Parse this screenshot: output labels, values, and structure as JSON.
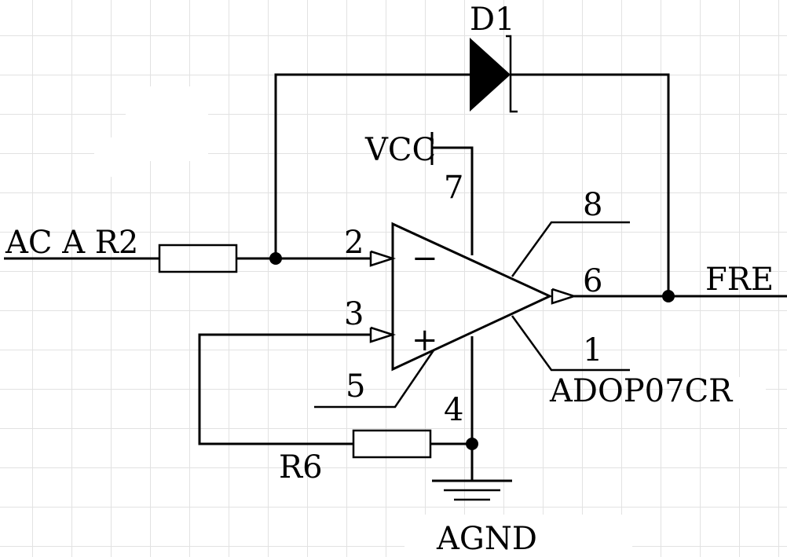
{
  "labels": {
    "input": "AC A R2",
    "diode": "D1",
    "vcc": "VCC",
    "output_net": "FRE",
    "ground": "AGND",
    "resistor": "R6",
    "opamp_part": "ADOP07CR",
    "pin2": "2",
    "pin3": "3",
    "pin4": "4",
    "pin5": "5",
    "pin6": "6",
    "pin7": "7",
    "pin8": "8",
    "minus": "−",
    "plus": "+"
  }
}
